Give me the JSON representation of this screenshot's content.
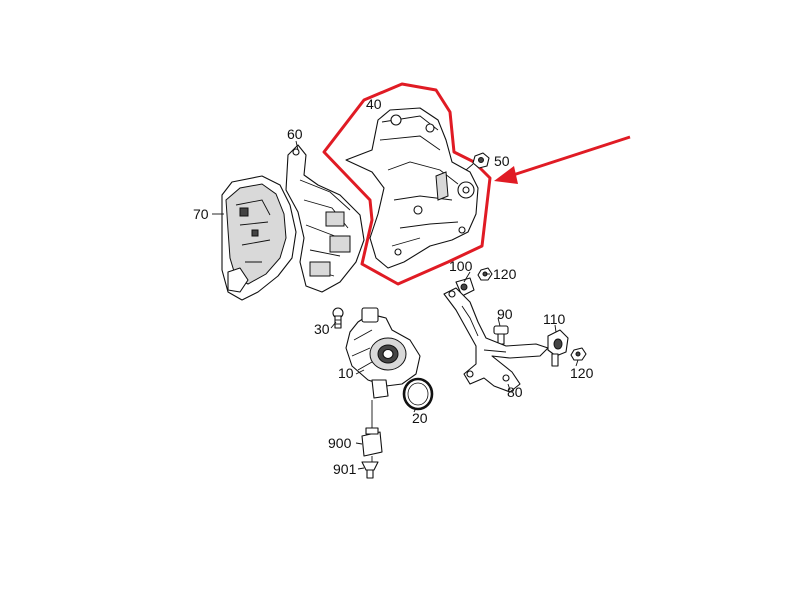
{
  "highlight_color": "#e01b24",
  "labels": {
    "l40": "40",
    "l60": "60",
    "l50": "50",
    "l70": "70",
    "l100": "100",
    "l120a": "120",
    "l90": "90",
    "l110": "110",
    "l30": "30",
    "l10": "10",
    "l120b": "120",
    "l80": "80",
    "l20": "20",
    "l900": "900",
    "l901": "901"
  }
}
